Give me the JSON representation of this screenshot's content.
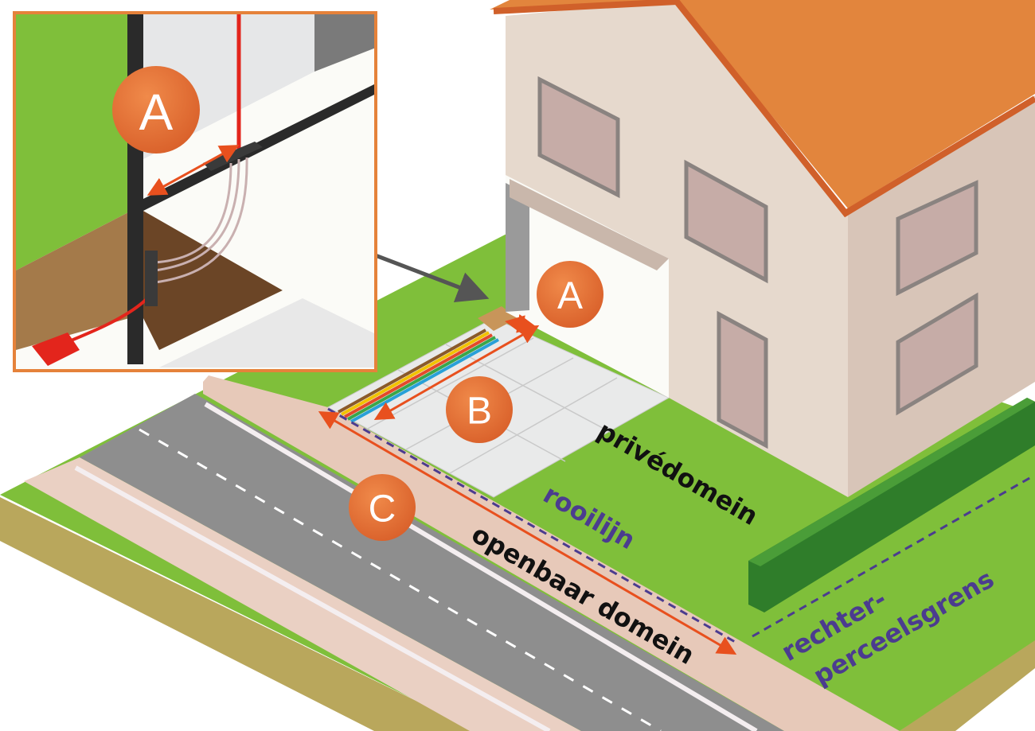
{
  "badges": {
    "inset_a": "A",
    "a": "A",
    "b": "B",
    "c": "C"
  },
  "labels": {
    "private_domain": "privédomein",
    "building_line": "rooilijn",
    "public_domain": "openbaar domein",
    "right_boundary_1": "rechter-",
    "right_boundary_2": "perceelsgrens"
  },
  "colors": {
    "accent": "#e8501e",
    "badge": "#e3773a",
    "grass": "#7fbf3a",
    "roof": "#e2853d",
    "boundary_line": "#4b3c8f"
  }
}
